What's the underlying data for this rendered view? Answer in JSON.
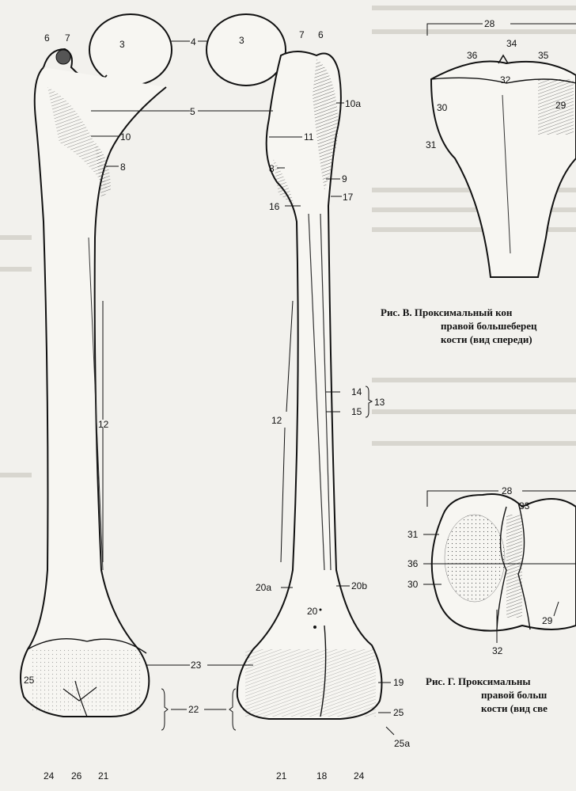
{
  "figure": {
    "left_femur_labels": {
      "l3": "3",
      "l4": "4",
      "l5": "5",
      "l6": "6",
      "l7": "7",
      "l8": "8",
      "l10": "10",
      "l12": "12",
      "l22": "22",
      "l23": "23",
      "l24": "24",
      "l25": "25",
      "l26": "26",
      "l21": "21"
    },
    "right_femur_labels": {
      "l3": "3",
      "l7": "7",
      "l6": "6",
      "l10a": "10a",
      "l11": "11",
      "l8": "8",
      "l9": "9",
      "l16": "16",
      "l17": "17",
      "l12": "12",
      "l14": "14",
      "l15": "15",
      "l13": "13",
      "l20a": "20a",
      "l20b": "20b",
      "l20": "20",
      "l19": "19",
      "l25": "25",
      "l25a": "25a",
      "l21": "21",
      "l18": "18",
      "l24": "24"
    },
    "tibia_front_labels": {
      "l28": "28",
      "l34": "34",
      "l36": "36",
      "l35": "35",
      "l32": "32",
      "l30": "30",
      "l29": "29",
      "l31": "31"
    },
    "tibia_top_labels": {
      "l28": "28",
      "l33": "33",
      "l31": "31",
      "l36": "36",
      "l30": "30",
      "l29": "29",
      "l32": "32"
    },
    "caption_v": {
      "line1": "Рис. В. Проксимальный кон",
      "line2": "правой большеберец",
      "line3": "кости (вид спереди)"
    },
    "caption_g": {
      "line1": "Рис. Г. Проксимальны",
      "line2": "правой больш",
      "line3": "кости (вид све"
    }
  }
}
